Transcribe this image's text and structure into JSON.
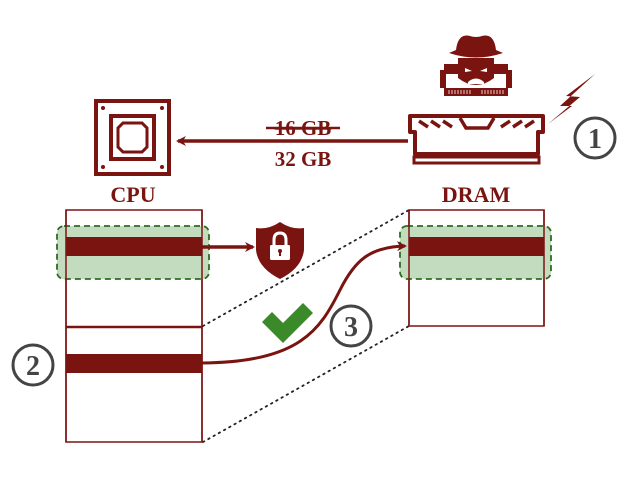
{
  "labels": {
    "cpu": "CPU",
    "dram": "DRAM",
    "old_capacity": "16 GB",
    "new_capacity": "32 GB"
  },
  "steps": {
    "step1": "1",
    "step2": "2",
    "step3": "3"
  },
  "icons": {
    "cpu": "cpu-chip-icon",
    "ram": "ram-module-icon",
    "attacker": "hacker-icon",
    "attack": "lightning-bolt-icon",
    "protection": "shield-lock-icon",
    "success": "checkmark-icon"
  },
  "colors": {
    "primary": "#7a1410",
    "protected_region": "#c3dcc0",
    "protected_border": "#2e6b22",
    "check": "#3a8a2a",
    "step_badge": "#444444"
  }
}
